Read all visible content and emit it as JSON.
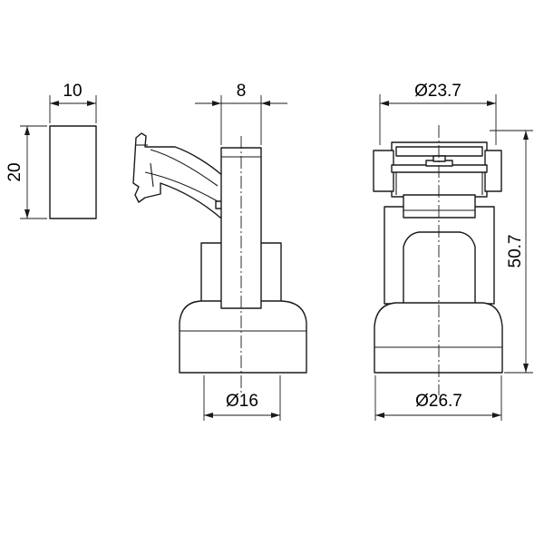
{
  "drawing": {
    "line_color": "#1a1a1a",
    "background": "#ffffff",
    "dimensions": {
      "block_width": "10",
      "block_height": "20",
      "side_top_width": "8",
      "side_base_diameter": "Ø16",
      "front_top_diameter": "Ø23.7",
      "front_height": "50.7",
      "front_base_diameter": "Ø26.7"
    }
  }
}
